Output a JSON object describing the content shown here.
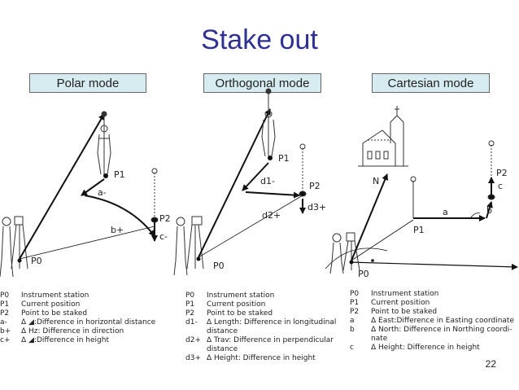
{
  "title": "Stake out",
  "modes": [
    "Polar mode",
    "Orthogonal mode",
    "Cartesian mode"
  ],
  "polar": {
    "labels": {
      "p0": "P0",
      "p1": "P1",
      "p2": "P2",
      "a": "a-",
      "b": "b+",
      "c": "c-"
    },
    "legend": [
      {
        "code": "P0",
        "desc": "Instrument station"
      },
      {
        "code": "P1",
        "desc": "Current position"
      },
      {
        "code": "P2",
        "desc": "Point to be staked"
      },
      {
        "code": "a-",
        "desc": "Δ ◢:Difference in horizontal distance"
      },
      {
        "code": "b+",
        "desc": "Δ Hz: Difference in direction"
      },
      {
        "code": "c+",
        "desc": "Δ ◢:Difference in height"
      }
    ]
  },
  "orthogonal": {
    "labels": {
      "p0": "P0",
      "p1": "P1",
      "p2": "P2",
      "d1": "d1-",
      "d2": "d2+",
      "d3": "d3+"
    },
    "legend": [
      {
        "code": "P0",
        "desc": "Instrument station"
      },
      {
        "code": "P1",
        "desc": "Current position"
      },
      {
        "code": "P2",
        "desc": "Point to be staked"
      },
      {
        "code": "d1-",
        "desc": "Δ Length: Difference in longitudinal distance"
      },
      {
        "code": "d2+",
        "desc": "Δ Trav: Difference in perpendicular distance"
      },
      {
        "code": "d3+",
        "desc": "Δ Height: Difference in height"
      }
    ]
  },
  "cartesian": {
    "labels": {
      "p0": "P0",
      "p1": "P1",
      "p2": "P2",
      "n": "N",
      "a": "a",
      "b": "b",
      "c": "c"
    },
    "legend": [
      {
        "code": "P0",
        "desc": "Instrument station"
      },
      {
        "code": "P1",
        "desc": "Current position"
      },
      {
        "code": "P2",
        "desc": "Point to be staked"
      },
      {
        "code": "a",
        "desc": "Δ East:Difference in Easting coordinate"
      },
      {
        "code": "b",
        "desc": "Δ North: Difference in Northing coordi-nate"
      },
      {
        "code": "c",
        "desc": "Δ Height: Difference in height"
      }
    ]
  },
  "page_number": "22"
}
